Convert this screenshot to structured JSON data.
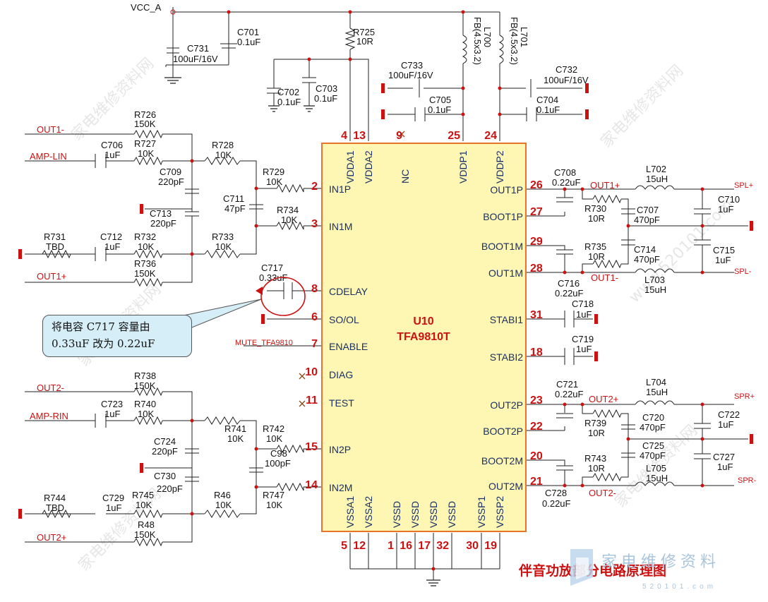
{
  "chip": {
    "ref": "U10",
    "part": "TFA9810T"
  },
  "supply": {
    "vcc": "VCC_A"
  },
  "left_pins": [
    {
      "num": "2",
      "name": "IN1P"
    },
    {
      "num": "3",
      "name": "IN1M"
    },
    {
      "num": "8",
      "name": "CDELAY"
    },
    {
      "num": "6",
      "name": "SO/OL"
    },
    {
      "num": "7",
      "name": "ENABLE"
    },
    {
      "num": "10",
      "name": "DIAG"
    },
    {
      "num": "11",
      "name": "TEST"
    },
    {
      "num": "15",
      "name": "IN2P"
    },
    {
      "num": "14",
      "name": "IN2M"
    }
  ],
  "right_pins": [
    {
      "num": "26",
      "name": "OUT1P"
    },
    {
      "num": "27",
      "name": "BOOT1P"
    },
    {
      "num": "29",
      "name": "BOOT1M"
    },
    {
      "num": "28",
      "name": "OUT1M"
    },
    {
      "num": "31",
      "name": "STABI1"
    },
    {
      "num": "18",
      "name": "STABI2"
    },
    {
      "num": "23",
      "name": "OUT2P"
    },
    {
      "num": "22",
      "name": "BOOT2P"
    },
    {
      "num": "20",
      "name": "BOOT2M"
    },
    {
      "num": "21",
      "name": "OUT2M"
    }
  ],
  "top_pins": [
    {
      "num": "4",
      "name": "VDDA1"
    },
    {
      "num": "13",
      "name": "VDDA2"
    },
    {
      "num": "9",
      "name": "NC"
    },
    {
      "num": "25",
      "name": "VDDP1"
    },
    {
      "num": "24",
      "name": "VDDP2"
    }
  ],
  "bottom_pins": [
    {
      "num": "5",
      "name": "VSSA1"
    },
    {
      "num": "12",
      "name": "VSSA2"
    },
    {
      "num": "1",
      "name": "VSSD"
    },
    {
      "num": "16",
      "name": "VSSD"
    },
    {
      "num": "17",
      "name": "VSSD"
    },
    {
      "num": "32",
      "name": "VSSD"
    },
    {
      "num": "30",
      "name": "VSSP1"
    },
    {
      "num": "19",
      "name": "VSSP2"
    }
  ],
  "signals": {
    "out1_minus_in": "OUT1-",
    "amp_lin": "AMP-LIN",
    "out1_plus_in": "OUT1+",
    "out2_minus_in": "OUT2-",
    "amp_rin": "AMP-RIN",
    "out2_plus_in": "OUT2+",
    "mute": "MUTE_TFA9810",
    "out1_plus": "OUT1+",
    "out1_minus": "OUT1-",
    "out2_plus": "OUT2+",
    "out2_minus": "OUT2-",
    "spl_plus": "SPL+",
    "spl_minus": "SPL-",
    "spr_plus": "SPR+",
    "spr_minus": "SPR-"
  },
  "components": {
    "C731": {
      "ref": "C731",
      "val": "100uF/16V"
    },
    "C701": {
      "ref": "C701",
      "val": "0.1uF"
    },
    "R725": {
      "ref": "R725",
      "val": "10R"
    },
    "C702": {
      "ref": "C702",
      "val": "0.1uF"
    },
    "C703": {
      "ref": "C703",
      "val": "0.1uF"
    },
    "C733": {
      "ref": "C733",
      "val": "100uF/16V"
    },
    "C705": {
      "ref": "C705",
      "val": "0.1uF"
    },
    "L700": {
      "ref": "L700",
      "val": "FB(4.5x3.2)"
    },
    "L701": {
      "ref": "L701",
      "val": "FB(4.5x3.2)"
    },
    "C732": {
      "ref": "C732",
      "val": "100uF/16V"
    },
    "C704": {
      "ref": "C704",
      "val": "0.1uF"
    },
    "R726": {
      "ref": "R726",
      "val": "150K"
    },
    "C706": {
      "ref": "C706",
      "val": "1uF"
    },
    "R727": {
      "ref": "R727",
      "val": "10K"
    },
    "R728": {
      "ref": "R728",
      "val": "10K"
    },
    "C709": {
      "ref": "C709",
      "val": "220pF"
    },
    "R729": {
      "ref": "R729",
      "val": "10K"
    },
    "C711": {
      "ref": "C711",
      "val": "47pF"
    },
    "R734": {
      "ref": "R734",
      "val": "10K"
    },
    "C713": {
      "ref": "C713",
      "val": "220pF"
    },
    "R731": {
      "ref": "R731",
      "val": "TBD"
    },
    "C712": {
      "ref": "C712",
      "val": "1uF"
    },
    "R732": {
      "ref": "R732",
      "val": "10K"
    },
    "R733": {
      "ref": "R733",
      "val": "10K"
    },
    "R736": {
      "ref": "R736",
      "val": "150K"
    },
    "C717": {
      "ref": "C717",
      "val": "0.33uF"
    },
    "R738": {
      "ref": "R738",
      "val": "150K"
    },
    "C723": {
      "ref": "C723",
      "val": "1uF"
    },
    "R740": {
      "ref": "R740",
      "val": "10K"
    },
    "R741": {
      "ref": "R741",
      "val": "10K"
    },
    "R742": {
      "ref": "R742",
      "val": "10K"
    },
    "C724": {
      "ref": "C724",
      "val": "220pF"
    },
    "C98": {
      "ref": "C98",
      "val": "100pF"
    },
    "C730": {
      "ref": "C730",
      "val": "220pF"
    },
    "R747": {
      "ref": "R747",
      "val": "10K"
    },
    "R744": {
      "ref": "R744",
      "val": "TBD"
    },
    "C729": {
      "ref": "C729",
      "val": "1uF"
    },
    "R745": {
      "ref": "R745",
      "val": "10K"
    },
    "R46": {
      "ref": "R46",
      "val": "10K"
    },
    "R48": {
      "ref": "R48",
      "val": "150K"
    },
    "C708": {
      "ref": "C708",
      "val": "0.22uF"
    },
    "L702": {
      "ref": "L702",
      "val": "15uH"
    },
    "C710": {
      "ref": "C710",
      "val": "1uF"
    },
    "R730": {
      "ref": "R730",
      "val": "10R"
    },
    "C707": {
      "ref": "C707",
      "val": "470pF"
    },
    "R735": {
      "ref": "R735",
      "val": "10R"
    },
    "C714": {
      "ref": "C714",
      "val": "470pF"
    },
    "C715": {
      "ref": "C715",
      "val": "1uF"
    },
    "C716": {
      "ref": "C716",
      "val": "0.22uF"
    },
    "L703": {
      "ref": "L703",
      "val": "15uH"
    },
    "C718": {
      "ref": "C718",
      "val": "1uF"
    },
    "C719": {
      "ref": "C719",
      "val": "1uF"
    },
    "C721": {
      "ref": "C721",
      "val": "0.22uF"
    },
    "L704": {
      "ref": "L704",
      "val": "15uH"
    },
    "C722": {
      "ref": "C722",
      "val": "1uF"
    },
    "R739": {
      "ref": "R739",
      "val": "10R"
    },
    "C720": {
      "ref": "C720",
      "val": "470pF"
    },
    "C725": {
      "ref": "C725",
      "val": "470pF"
    },
    "R743": {
      "ref": "R743",
      "val": "10R"
    },
    "C727": {
      "ref": "C727",
      "val": "1uF"
    },
    "L705": {
      "ref": "L705",
      "val": "15uH"
    },
    "C728": {
      "ref": "C728",
      "val": "0.22uF"
    }
  },
  "note": {
    "line1": "将电容  C717  容量由",
    "line2": "0.33uF 改为 0.22uF"
  },
  "diagram_title": "伴音功放部分电路原理图",
  "watermark": {
    "cn": "家电维修资料网",
    "url": "www.520101.com",
    "brand_cn": "家电维修资料",
    "brand_url": "520101.com"
  },
  "colors": {
    "chip_fill": "#fdf7b3",
    "chip_border": "#e8742a",
    "pin_text": "#cc1111",
    "wire": "#222222",
    "callout_bg": "#d6eef7",
    "marker": "#cc1111"
  }
}
